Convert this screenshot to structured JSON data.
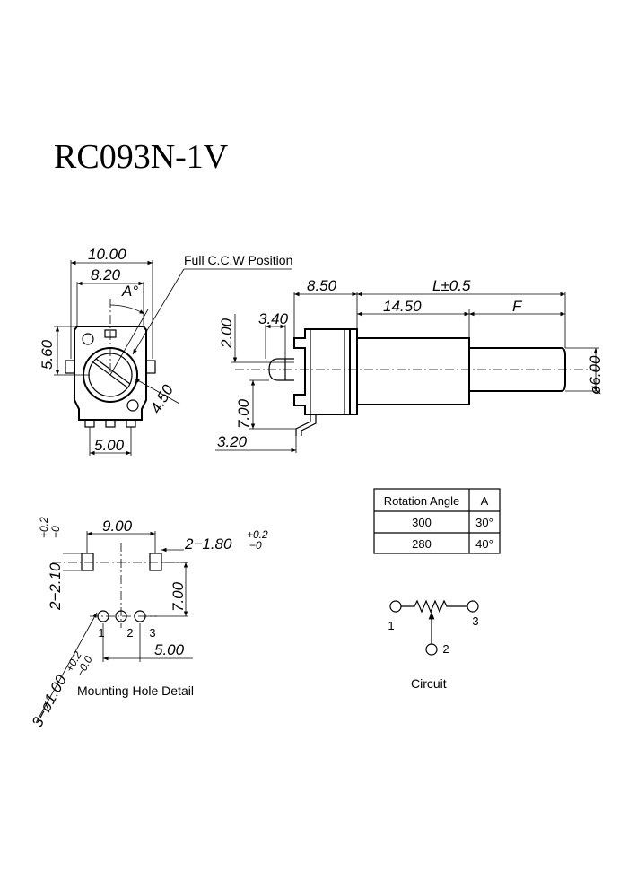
{
  "title": "RC093N-1V",
  "front_view": {
    "dim_width_outer": "10.00",
    "dim_width_inner": "8.20",
    "dim_height": "5.60",
    "dim_diagonal": "4.50",
    "dim_pins": "5.00",
    "angle_label": "A°",
    "callout": "Full C.C.W Position"
  },
  "side_view": {
    "dim_body": "8.50",
    "dim_length": "L±0.5",
    "dim_bushing": "14.50",
    "dim_flat": "F",
    "dim_diameter": "ø6.00",
    "dim_top": "2.00",
    "dim_tab": "3.40",
    "dim_lead": "7.00",
    "dim_bottom": "3.20"
  },
  "rotation_table": {
    "headers": [
      "Rotation Angle",
      "A"
    ],
    "rows": [
      [
        "300",
        "30°"
      ],
      [
        "280",
        "40°"
      ]
    ]
  },
  "mounting_detail": {
    "dim_span": "9.00",
    "dim_slot_w": "2−1.80",
    "dim_slot_w_tol_up": "+0.2",
    "dim_slot_w_tol_dn": "−0",
    "dim_slot_h": "2−2.10",
    "dim_slot_h_tol_up": "+0.2",
    "dim_slot_h_tol_dn": "−0",
    "dim_depth": "7.00",
    "dim_pitch": "5.00",
    "dim_hole": "3−ø1.00",
    "dim_hole_tol_up": "+0.2",
    "dim_hole_tol_dn": "−0.0",
    "pin_labels": [
      "1",
      "2",
      "3"
    ],
    "caption": "Mounting Hole Detail"
  },
  "circuit": {
    "terminal_labels": [
      "1",
      "3",
      "2"
    ],
    "caption": "Circuit"
  }
}
